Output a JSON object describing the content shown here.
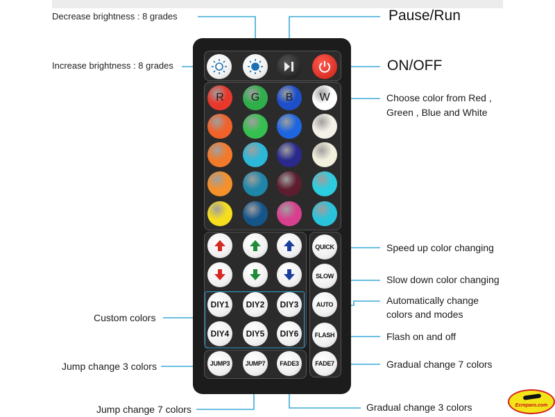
{
  "annotations": {
    "decrease_brightness": "Decrease brightness : 8 grades",
    "increase_brightness": "Increase brightness : 8 grades",
    "pause_run": "Pause/Run",
    "on_off": "ON/OFF",
    "choose_color_line1": "Choose color from Red ,",
    "choose_color_line2": "Green , Blue and White",
    "speed_up": "Speed up color changing",
    "slow_down": "Slow down color changing",
    "auto_line1": "Automatically change",
    "auto_line2": "colors and modes",
    "flash": "Flash on and off",
    "gradual7": "Gradual change 7 colors",
    "gradual3": "Gradual change 3 colors",
    "custom": "Custom colors",
    "jump3": "Jump change 3 colors",
    "jump7": "Jump change 7 colors"
  },
  "color_buttons": {
    "letters": [
      "R",
      "G",
      "B",
      "W"
    ],
    "rows": [
      [
        "#e8382c",
        "#2fae4a",
        "#1d4fc9",
        "#ffffff"
      ],
      [
        "#f0622a",
        "#35c04f",
        "#1e66e0",
        "#f4f1e6"
      ],
      [
        "#f37a2a",
        "#2bb8d9",
        "#2a2a8c",
        "#f2efdc"
      ],
      [
        "#f5912a",
        "#1e86a8",
        "#5c1e2e",
        "#2ccde0"
      ],
      [
        "#f6de1e",
        "#14558a",
        "#d83f8e",
        "#29c3dc"
      ]
    ]
  },
  "side_buttons": [
    "QUICK",
    "SLOW",
    "AUTO",
    "FLASH",
    "FADE7"
  ],
  "diy_buttons": [
    "DIY1",
    "DIY2",
    "DIY3",
    "DIY4",
    "DIY5",
    "DIY6"
  ],
  "bottom_buttons": [
    "JUMP3",
    "JUMP7",
    "FADE3"
  ],
  "leader_color": "#3aaad8",
  "watermark": "Ecreparo.com"
}
